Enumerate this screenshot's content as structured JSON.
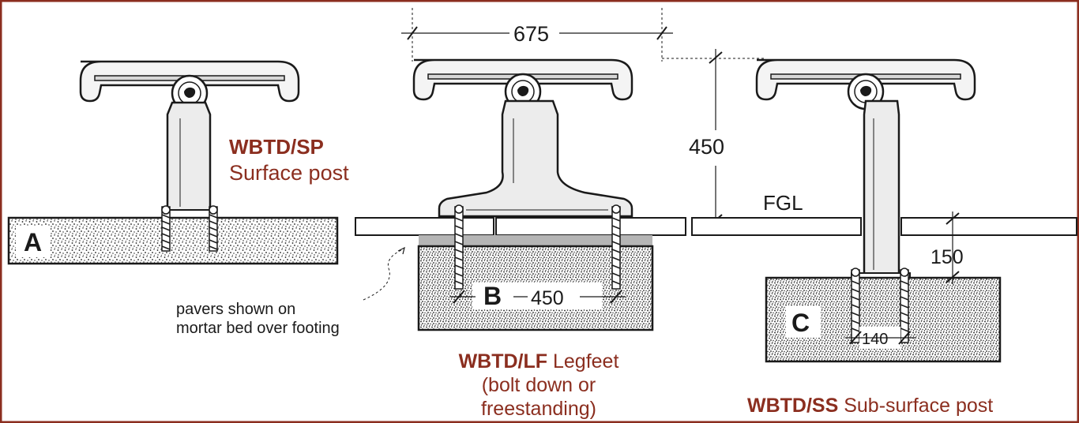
{
  "colors": {
    "frame": "#8b2e1f",
    "label_red": "#8b2e1f",
    "ink": "#1a1a1a",
    "post_fill": "#ececec",
    "mortar": "#b5b5b5"
  },
  "dimensions": {
    "seat_width": "675",
    "seat_height": "450",
    "legfeet_spacing": "450",
    "footing_depth": "150",
    "bolt_spacing": "140"
  },
  "ground_label": "FGL",
  "footings": {
    "a": "A",
    "b": "B",
    "c": "C"
  },
  "annotation": {
    "line1": "pavers shown on",
    "line2": "mortar bed over footing"
  },
  "variants": {
    "sp": {
      "code": "WBTD/SP",
      "desc": "Surface post"
    },
    "lf": {
      "code": "WBTD/LF",
      "desc": " Legfeet",
      "line2": "(bolt down or",
      "line3": "freestanding)"
    },
    "ss": {
      "code": "WBTD/SS",
      "desc": " Sub-surface post"
    }
  }
}
